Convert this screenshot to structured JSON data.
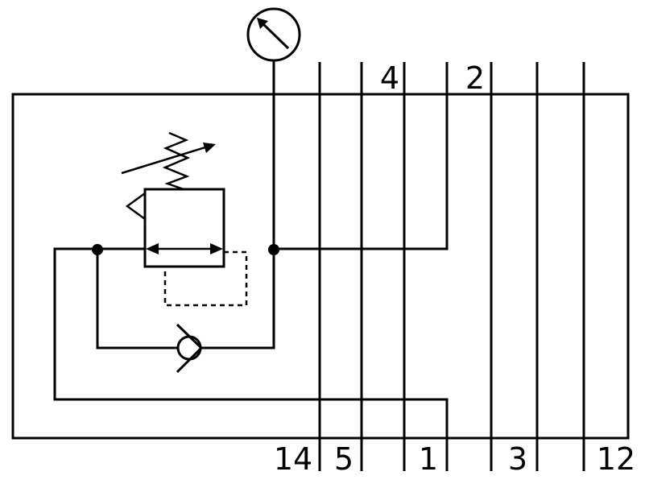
{
  "diagram": {
    "ports_top": [
      {
        "label": "4"
      },
      {
        "label": "2"
      }
    ],
    "ports_bottom": [
      {
        "label": "14"
      },
      {
        "label": "5"
      },
      {
        "label": "1"
      },
      {
        "label": "3"
      },
      {
        "label": "12"
      }
    ],
    "symbols": {
      "pressure_gauge": "pressure-gauge-icon",
      "regulator": "adjustable-pressure-regulator-icon",
      "check_valve": "check-valve-icon",
      "spring": "adjustable-spring-icon"
    },
    "colors": {
      "line": "#000000",
      "background": "#ffffff"
    }
  }
}
